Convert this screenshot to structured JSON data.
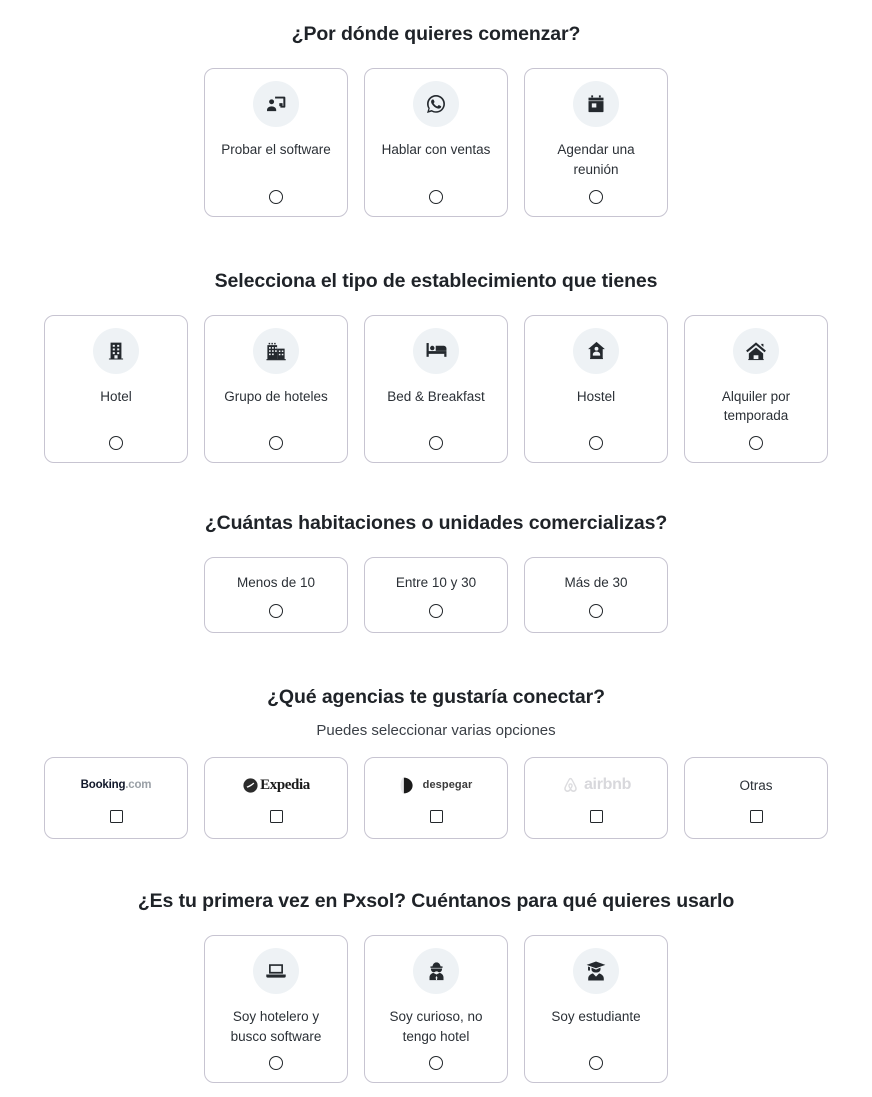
{
  "sections": [
    {
      "id": "start",
      "title": "¿Por dónde quieres comenzar?",
      "subtitle": "",
      "control": "radio",
      "options": [
        {
          "label": "Probar el software",
          "icon": "chalkboard-user-icon"
        },
        {
          "label": "Hablar con ventas",
          "icon": "whatsapp-icon"
        },
        {
          "label": "Agendar una reunión",
          "icon": "calendar-icon"
        }
      ]
    },
    {
      "id": "property-type",
      "title": "Selecciona el tipo de establecimiento que tienes",
      "subtitle": "",
      "control": "radio",
      "options": [
        {
          "label": "Hotel",
          "icon": "building-icon"
        },
        {
          "label": "Grupo de hoteles",
          "icon": "hotel-group-icon"
        },
        {
          "label": "Bed & Breakfast",
          "icon": "bed-icon"
        },
        {
          "label": "Hostel",
          "icon": "house-user-icon"
        },
        {
          "label": "Alquiler por temporada",
          "icon": "house-icon"
        }
      ]
    },
    {
      "id": "rooms",
      "title": "¿Cuántas habitaciones o unidades comercializas?",
      "subtitle": "",
      "control": "radio",
      "options": [
        {
          "label": "Menos de 10",
          "icon": ""
        },
        {
          "label": "Entre 10 y 30",
          "icon": ""
        },
        {
          "label": "Más de 30",
          "icon": ""
        }
      ]
    },
    {
      "id": "agencies",
      "title": "¿Qué agencias te gustaría conectar?",
      "subtitle": "Puedes seleccionar varias opciones",
      "control": "checkbox",
      "options": [
        {
          "label": "Booking.com",
          "icon": "booking-logo",
          "logo": "booking"
        },
        {
          "label": "Expedia",
          "icon": "expedia-logo",
          "logo": "expedia"
        },
        {
          "label": "despegar",
          "icon": "despegar-logo",
          "logo": "despegar"
        },
        {
          "label": "airbnb",
          "icon": "airbnb-logo",
          "logo": "airbnb"
        },
        {
          "label": "Otras",
          "icon": "",
          "logo": "text"
        }
      ]
    },
    {
      "id": "purpose",
      "title": "¿Es tu primera vez en Pxsol? Cuéntanos para qué quieres usarlo",
      "subtitle": "",
      "control": "radio",
      "options": [
        {
          "label": "Soy hotelero y busco software",
          "icon": "laptop-icon"
        },
        {
          "label": "Soy curioso, no tengo hotel",
          "icon": "user-secret-icon"
        },
        {
          "label": "Soy estudiante",
          "icon": "user-graduate-icon"
        }
      ]
    }
  ],
  "logos": {
    "booking_strong": "Booking",
    "booking_dim": ".com",
    "expedia_text": "Expedia",
    "despegar_text": "despegar",
    "airbnb_text": "airbnb",
    "otras_text": "Otras"
  },
  "colors": {
    "card_border": "#c7c4d1",
    "icon_bg": "#eef2f5",
    "icon_fill": "#24292e",
    "text": "#2b3036",
    "title": "#1f2328"
  }
}
